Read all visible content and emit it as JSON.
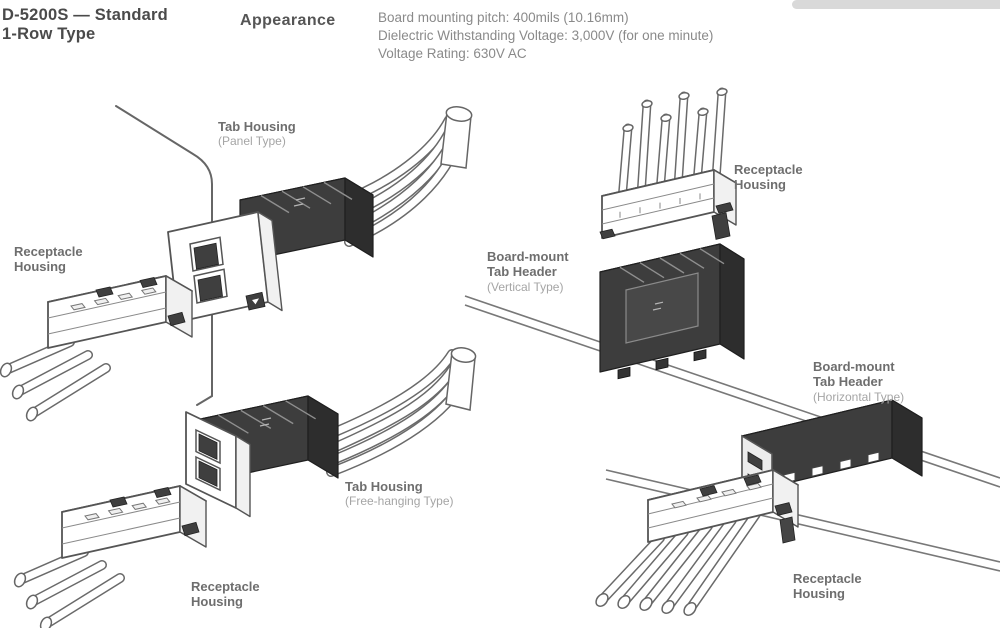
{
  "header": {
    "title_line1": "D-5200S — Standard",
    "title_line2": "1-Row Type",
    "section_title": "Appearance",
    "specs": [
      "Board mounting pitch: 400mils (10.16mm)",
      "Dielectric Withstanding Voltage: 3,000V (for one minute)",
      "Voltage Rating: 630V AC"
    ]
  },
  "labels": {
    "tab_housing_panel": {
      "name": "Tab Housing",
      "variant": "(Panel Type)"
    },
    "tab_housing_free": {
      "name": "Tab Housing",
      "variant": "(Free-hanging Type)"
    },
    "receptacle": {
      "line1": "Receptacle",
      "line2": "Housing"
    },
    "board_mount_vertical": {
      "line1": "Board-mount",
      "line2": "Tab Header",
      "variant": "(Vertical Type)"
    },
    "board_mount_horizontal": {
      "line1": "Board-mount",
      "line2": "Tab Header",
      "variant": "(Horizontal Type)"
    }
  },
  "colors": {
    "connector_body_dark": "#3d3d3d",
    "outline": "#666666",
    "label_gray": "#6e6e6e",
    "label_light": "#a5a5a5",
    "spec_text": "#8a8a8a",
    "edge_bar": "#d9d9d9"
  }
}
